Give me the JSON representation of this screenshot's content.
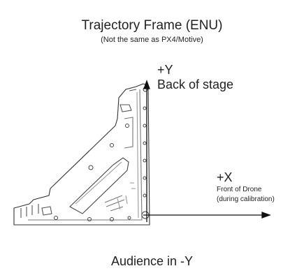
{
  "title": "Trajectory Frame (ENU)",
  "subtitle": "(Not the same as PX4/Motive)",
  "axis_y": {
    "label": "+Y",
    "description": "Back of stage"
  },
  "axis_x": {
    "label": "+X",
    "description_line1": "Front of Drone",
    "description_line2": "(during calibration)"
  },
  "footer": "Audience in -Y",
  "colors": {
    "text": "#222222",
    "line": "#111111",
    "background": "#ffffff"
  },
  "icons": [
    "calibration-square-tool-image",
    "x-axis-arrow",
    "y-axis-arrow"
  ]
}
